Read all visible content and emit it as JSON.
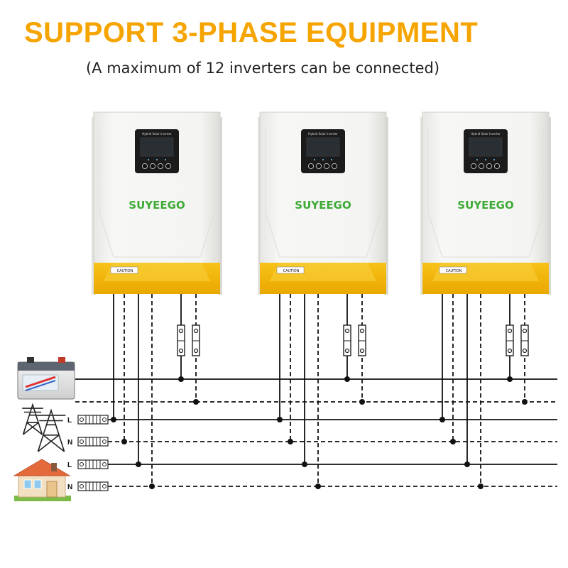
{
  "header": {
    "title": "SUPPORT 3-PHASE EQUIPMENT",
    "subtitle": "(A maximum of 12 inverters can be connected)"
  },
  "inverter": {
    "brand": "SUYEEGO",
    "display_caption": "Hybrid Solar Inverter",
    "warning_label": "CAUTION"
  },
  "sources": [
    {
      "name": "battery-icon"
    },
    {
      "name": "grid-tower-icon",
      "terminals": [
        "L",
        "N"
      ]
    },
    {
      "name": "house-icon",
      "terminals": [
        "L",
        "N"
      ]
    }
  ],
  "colors": {
    "title": "#F5A400",
    "accent_yellow": "#F2B705",
    "brand_green": "#3DAA35",
    "housing": "#F3F3F0",
    "wire": "#111111"
  }
}
